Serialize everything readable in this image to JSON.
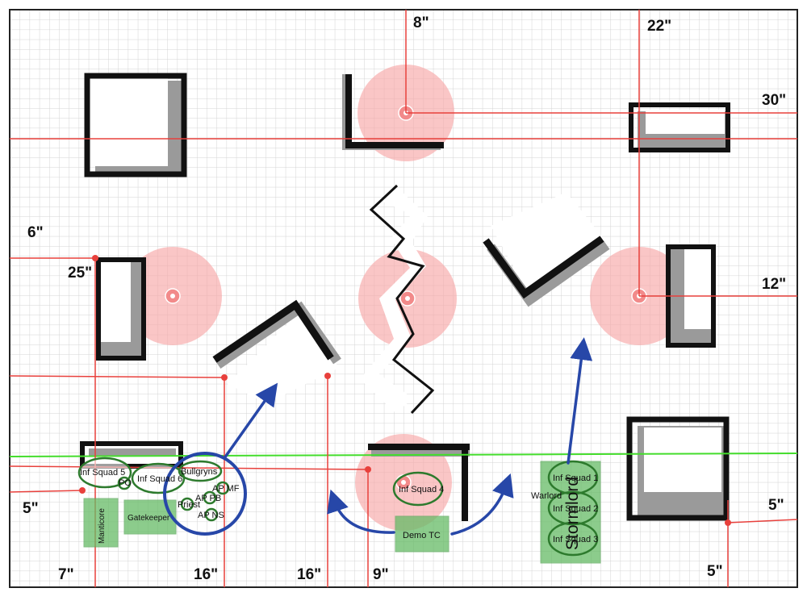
{
  "colors": {
    "measure_line": "#e8403c",
    "deploy_line": "#44dd2c",
    "objective_zone": "#f7a8a8",
    "unit_ring": "#2d7a2d",
    "vehicle_fill": "#66bb66",
    "arrow": "#2747a8",
    "grid": "#d4d4d4",
    "terrain_shadow": "#9a9a9a"
  },
  "measurements": {
    "top_8": "8\"",
    "top_22": "22\"",
    "right_30": "30\"",
    "left_6": "6\"",
    "left_25": "25\"",
    "right_12": "12\"",
    "left_5": "5\"",
    "right_5": "5\"",
    "bottom_7": "7\"",
    "bottom_16a": "16\"",
    "bottom_16b": "16\"",
    "bottom_9": "9\"",
    "bottom_5": "5\""
  },
  "units": {
    "inf_squad_5": "Inf Squad 5",
    "inf_squad_6": "Inf Squad 6",
    "po": "PO",
    "bullgryns": "Bullgryns",
    "ap_mf": "AP MF",
    "ap_pb": "AP PB",
    "priest": "Priest",
    "ap_ns": "AP NS",
    "manticore": "Manticore",
    "gatekeeper": "Gatekeeper",
    "inf_squad_4": "Inf Squad 4",
    "demo_tc": "Demo TC",
    "inf_squad_1": "Inf Squad 1",
    "warlord": "Warlord",
    "inf_squad_2": "Inf Squad 2",
    "inf_squad_3": "Inf Squad 3",
    "stormlord": "Stormlord"
  },
  "objective_icons": [
    "objective-marker-icon"
  ]
}
